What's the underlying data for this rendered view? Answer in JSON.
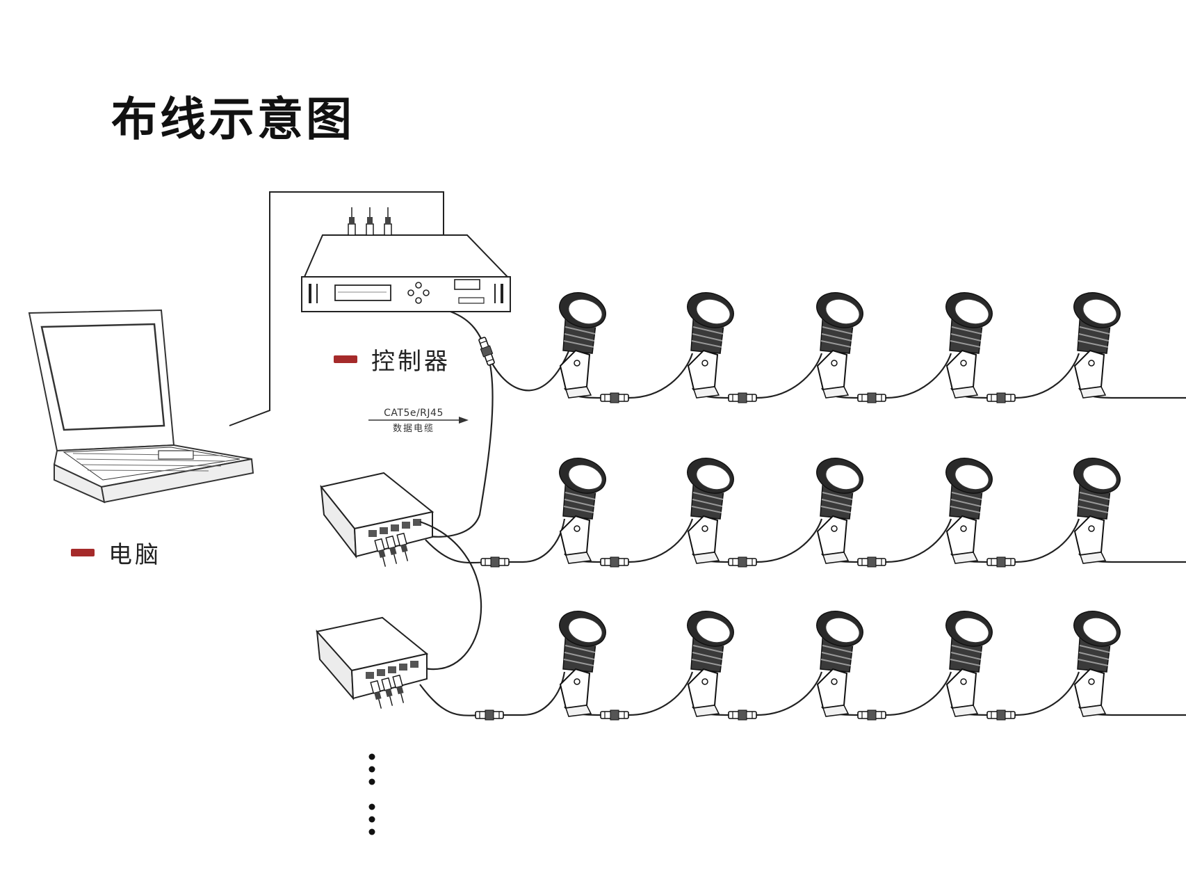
{
  "title": "布线示意图",
  "legend": {
    "computer": "电脑",
    "controller": "控制器"
  },
  "cable": {
    "type": "CAT5e/RJ45",
    "label": "数据电缆"
  },
  "colors": {
    "legend_swatch": "#a52a2a",
    "line": "#222222"
  },
  "icons": {
    "computer": "laptop-icon",
    "controller": "rack-controller-icon",
    "distributor": "signal-splitter-icon",
    "fixture": "spotlight-icon",
    "continuation": "vertical-ellipsis-icon"
  }
}
